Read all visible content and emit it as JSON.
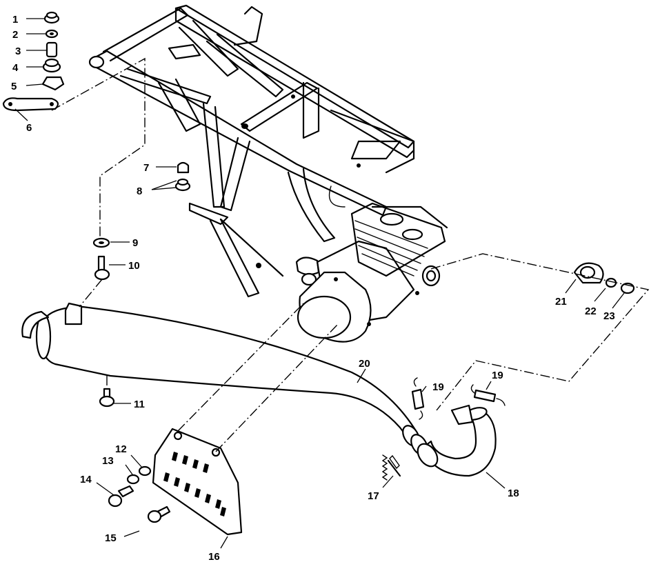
{
  "diagram": {
    "callouts": [
      {
        "id": "1",
        "label": "1"
      },
      {
        "id": "2",
        "label": "2"
      },
      {
        "id": "3",
        "label": "3"
      },
      {
        "id": "4",
        "label": "4"
      },
      {
        "id": "5",
        "label": "5"
      },
      {
        "id": "6",
        "label": "6"
      },
      {
        "id": "7",
        "label": "7"
      },
      {
        "id": "8",
        "label": "8"
      },
      {
        "id": "9",
        "label": "9"
      },
      {
        "id": "10",
        "label": "10"
      },
      {
        "id": "11",
        "label": "11"
      },
      {
        "id": "12",
        "label": "12"
      },
      {
        "id": "13",
        "label": "13"
      },
      {
        "id": "14",
        "label": "14"
      },
      {
        "id": "15",
        "label": "15"
      },
      {
        "id": "16",
        "label": "16"
      },
      {
        "id": "17",
        "label": "17"
      },
      {
        "id": "18",
        "label": "18"
      },
      {
        "id": "19a",
        "label": "19"
      },
      {
        "id": "19b",
        "label": "19"
      },
      {
        "id": "20",
        "label": "20"
      },
      {
        "id": "21",
        "label": "21"
      },
      {
        "id": "22",
        "label": "22"
      },
      {
        "id": "23",
        "label": "23"
      }
    ]
  }
}
